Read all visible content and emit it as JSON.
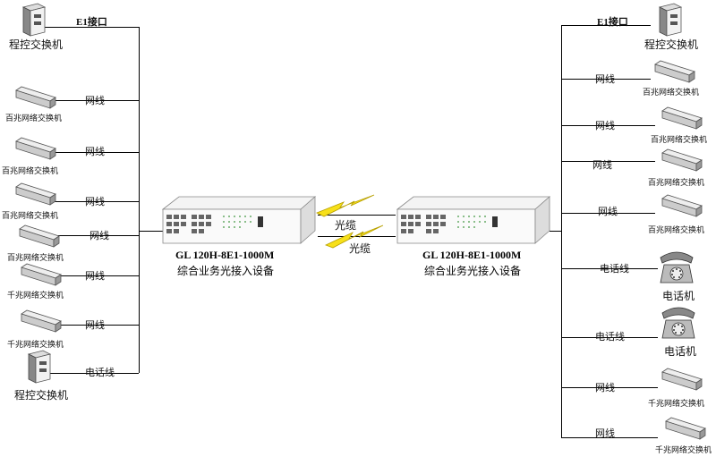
{
  "left": {
    "top_pbx_label": "程控交换机",
    "e1_label": "E1接口",
    "rows": [
      {
        "device": "百兆网络交换机",
        "line": "网线"
      },
      {
        "device": "百兆网络交换机",
        "line": "网线"
      },
      {
        "device": "百兆网络交换机",
        "line": "网线"
      },
      {
        "device": "百兆网络交换机",
        "line": "网线"
      },
      {
        "device": "千兆网络交换机",
        "line": "网线"
      },
      {
        "device": "千兆网络交换机",
        "line": "网线"
      }
    ],
    "bottom_pbx_label": "程控交换机",
    "bottom_line": "电话线"
  },
  "center": {
    "left_model": "GL 120H-8E1-1000M",
    "left_desc": "综合业务光接入设备",
    "right_model": "GL 120H-8E1-1000M",
    "right_desc": "综合业务光接入设备",
    "fiber1": "光缆",
    "fiber2": "光缆"
  },
  "right": {
    "top_pbx_label": "程控交换机",
    "e1_label": "E1接口",
    "rows": [
      {
        "device": "百兆网络交换机",
        "line": "网线"
      },
      {
        "device": "百兆网络交换机",
        "line": "网线"
      },
      {
        "device": "百兆网络交换机",
        "line": "网线"
      },
      {
        "device": "百兆网络交换机",
        "line": "网线"
      },
      {
        "device": "电话机",
        "line": "电话线"
      },
      {
        "device": "电话机",
        "line": "电话线"
      },
      {
        "device": "千兆网络交换机",
        "line": "网线"
      },
      {
        "device": "千兆网络交换机",
        "line": "网线"
      }
    ]
  }
}
